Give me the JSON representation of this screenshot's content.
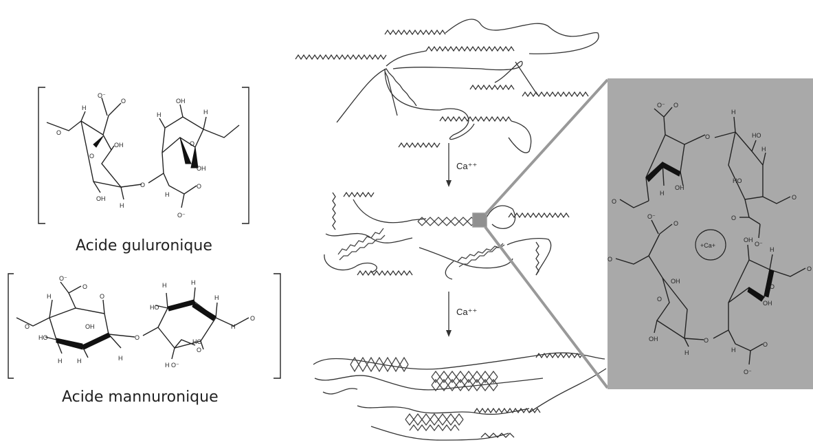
{
  "captions": {
    "guluronic": "Acide guluronique",
    "mannuronic": "Acide mannuronique"
  },
  "arrows": {
    "step1": "Ca⁺⁺",
    "step2": "Ca⁺⁺"
  },
  "atoms": {
    "o": "O",
    "o_minus": "O⁻",
    "oh": "OH",
    "ho": "HO",
    "h": "H",
    "h_o_minus": "H O⁻",
    "calcium": "+Ca+"
  },
  "colors": {
    "inset_fill": "#a9a9a9",
    "zoom_box": "#999999",
    "line": "#222222"
  }
}
